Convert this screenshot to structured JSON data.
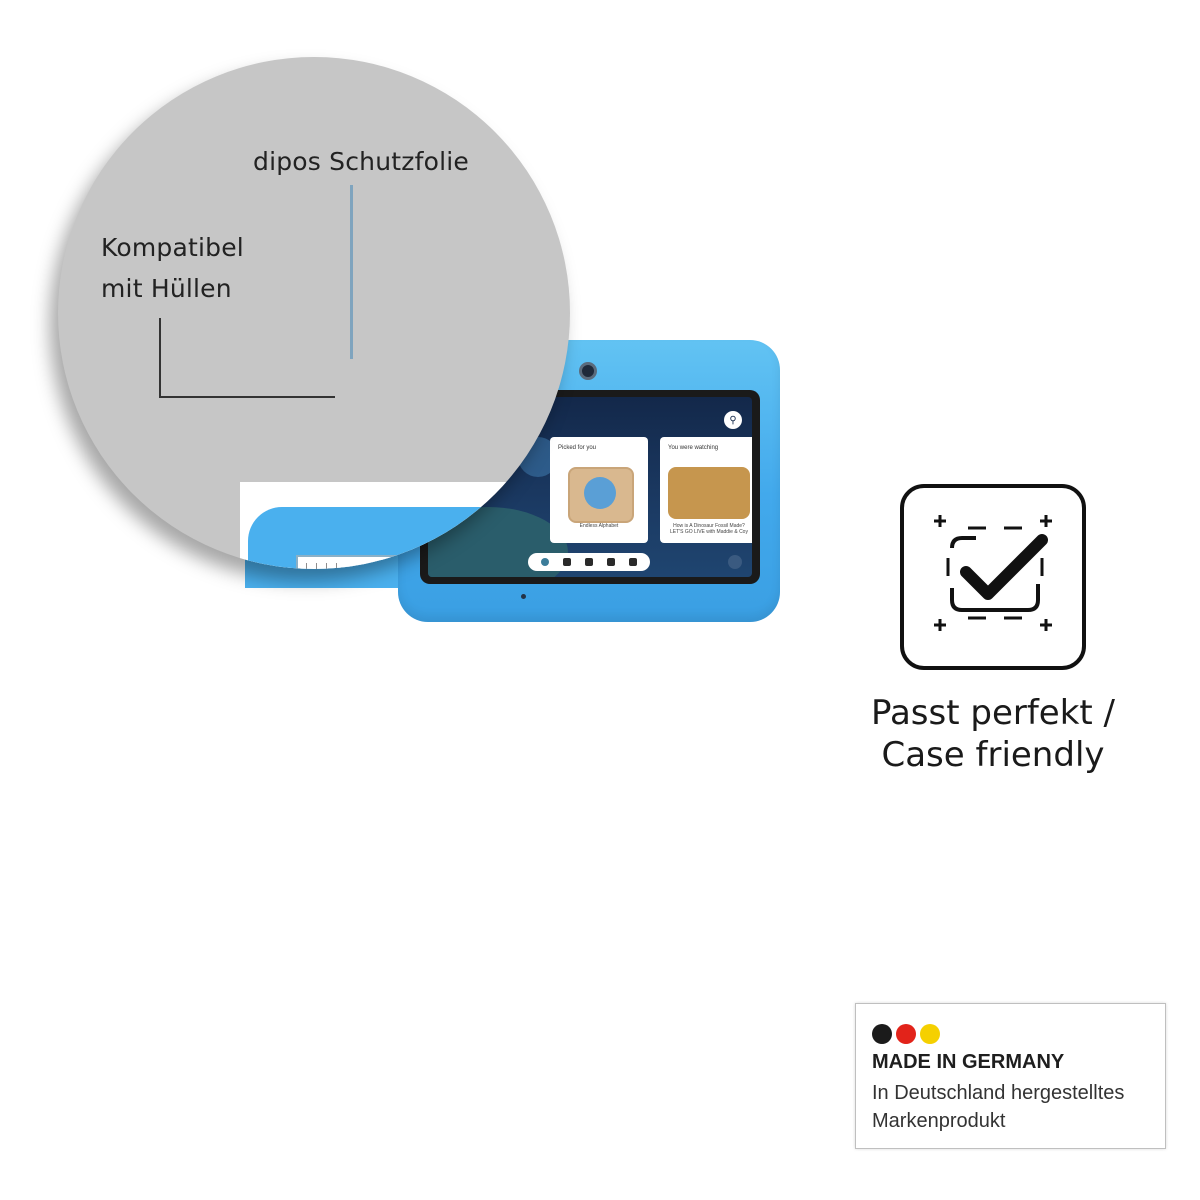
{
  "lens": {
    "label_top": "dipos Schutzfolie",
    "label_left_line1": "Kompatibel",
    "label_left_line2": "mit Hüllen"
  },
  "tablet_screen": {
    "card1_title": "Picked for you",
    "card1_caption": "Endless Alphabet",
    "card2_title": "You were watching",
    "card2_caption": "How is A Dinosaur Fossil Made? LET'S GO LIVE with Maddie & Coy",
    "icons": [
      "search-icon",
      "home-icon",
      "games-icon",
      "books-icon",
      "video-icon",
      "apps-icon",
      "settings-icon"
    ]
  },
  "badge": {
    "icon": "checkmark-frame-icon",
    "caption_line1": "Passt perfekt /",
    "caption_line2": "Case friendly"
  },
  "made_in_germany": {
    "title": "MADE IN GERMANY",
    "subtitle": "In Deutschland hergestelltes Markenprodukt",
    "flag_colors": [
      "#1b1b1b",
      "#e2231a",
      "#f5d000"
    ]
  },
  "colors": {
    "case_blue": "#4ab0ee",
    "lens_gray": "#c6c6c6",
    "leader_blue": "#7fa4be"
  }
}
